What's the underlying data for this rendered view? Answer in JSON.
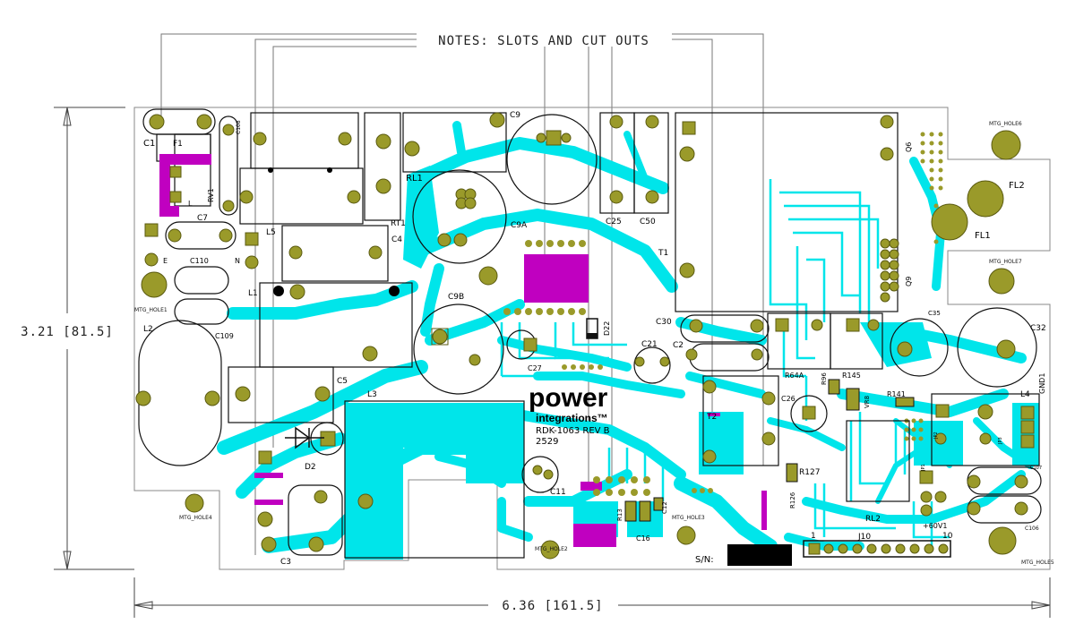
{
  "notes_label": "NOTES: SLOTS AND CUT OUTS",
  "dims": {
    "height": "3.21 [81.5]",
    "width": "6.36 [161.5]"
  },
  "brand": {
    "word1": "power",
    "word2": "integrations™"
  },
  "board": {
    "code": "RDK-1063 REV B",
    "date": "2529",
    "serial": "S/N:"
  },
  "colors": {
    "copper": "#00e5ea",
    "pad": "#9a9a2a",
    "magenta": "#c000c0",
    "outline": "#111111"
  },
  "components": {
    "C1": "C1",
    "F1": "F1",
    "C108": "C108",
    "RL1": "RL1",
    "C9": "C9",
    "C25": "C25",
    "C50": "C50",
    "Q6": "Q6",
    "MTG6": "MTG_HOLE6",
    "FL2": "FL2",
    "FL1": "FL1",
    "MTG7": "MTG_HOLE7",
    "Q9": "Q9",
    "C35": "C35",
    "C32": "C32",
    "RV1": "RV1",
    "L": "L",
    "C7": "C7",
    "L5": "L5",
    "N": "N",
    "E": "E",
    "C110": "C110",
    "RT1": "RT1",
    "C4": "C4",
    "C9A": "C9A",
    "T1": "T1",
    "C9B": "C9B",
    "L1": "L1",
    "MTG1": "MTG_HOLE1",
    "C109": "C109",
    "L2": "L2",
    "D22": "D22",
    "C30": "C30",
    "C21": "C21",
    "C2": "C2",
    "C27": "C27",
    "C5": "C5",
    "L3": "L3",
    "R64A": "R64A",
    "R145": "R145",
    "R96": "R96",
    "C26": "C26",
    "VR8": "VR8",
    "R141": "R141",
    "L4": "L4",
    "GND1": "GND1",
    "T2": "T2",
    "JP2": "JP2",
    "JP3": "JP3",
    "C107": "C107",
    "JP1": "JP1",
    "D2": "D2",
    "R127": "R127",
    "R126": "R126",
    "C11": "C11",
    "R13": "R13",
    "C12": "C12",
    "C16": "C16",
    "MTG4": "MTG_HOLE4",
    "MTG2": "MTG_HOLE2",
    "MTG3": "MTG_HOLE3",
    "RL2": "RL2",
    "V60": "+60V1",
    "J10": "J10",
    "J10_1": "1",
    "J10_10": "10",
    "C106": "C106",
    "MTG5": "MTG_HOLE5",
    "C3": "C3"
  }
}
